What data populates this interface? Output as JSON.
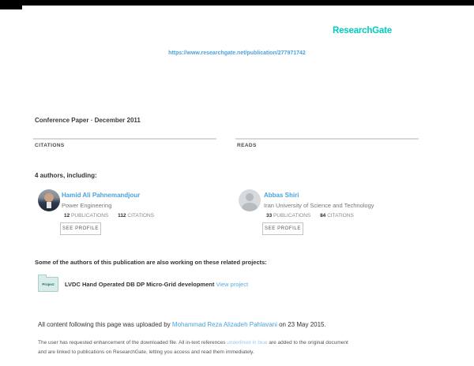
{
  "colors": {
    "brand_teal": "#00CCBB",
    "link_blue": "#4AA2DF",
    "light_blue": "#9CC9EC",
    "dark_text": "#333333",
    "gray_text": "#777777",
    "divider_gray": "#D9D9D9"
  },
  "header": {
    "brand": "ResearchGate",
    "publication_url": "https://www.researchgate.net/publication/277971742"
  },
  "meta": {
    "type_date": "Conference Paper · December 2011",
    "citations_label": "CITATIONS",
    "reads_label": "READS"
  },
  "authors_section": {
    "heading": "4 authors, including:",
    "authors": [
      {
        "name": "Hamid Ali Pahnemandjour",
        "affiliation": "Power Engineering",
        "pubs_count": "12",
        "pubs_label": "PUBLICATIONS",
        "cites_count": "112",
        "cites_label": "CITATIONS",
        "button": "SEE PROFILE"
      },
      {
        "name": "Abbas Shiri",
        "affiliation": "Iran University of Science and Technology",
        "pubs_count": "33",
        "pubs_label": "PUBLICATIONS",
        "cites_count": "84",
        "cites_label": "CITATIONS",
        "button": "SEE PROFILE"
      }
    ]
  },
  "projects_section": {
    "heading": "Some of the authors of this publication are also working on these related projects:",
    "project_badge": "Project",
    "project_name": "LVDC Hand Operated DB DP Micro-Grid development",
    "project_link": "View project"
  },
  "footer": {
    "uploaded_prefix": "All content following this page was uploaded by",
    "uploader_name": "Mohammad Reza Alizadeh Pahlavani",
    "uploaded_suffix": "on 23 May 2015.",
    "note_part1": "The user has requested enhancement of the downloaded file. All in-text references",
    "note_link": "underlined in blue",
    "note_part2": "are added to the original document",
    "note_line2": "and are linked to publications on ResearchGate, letting you access and read them immediately."
  }
}
